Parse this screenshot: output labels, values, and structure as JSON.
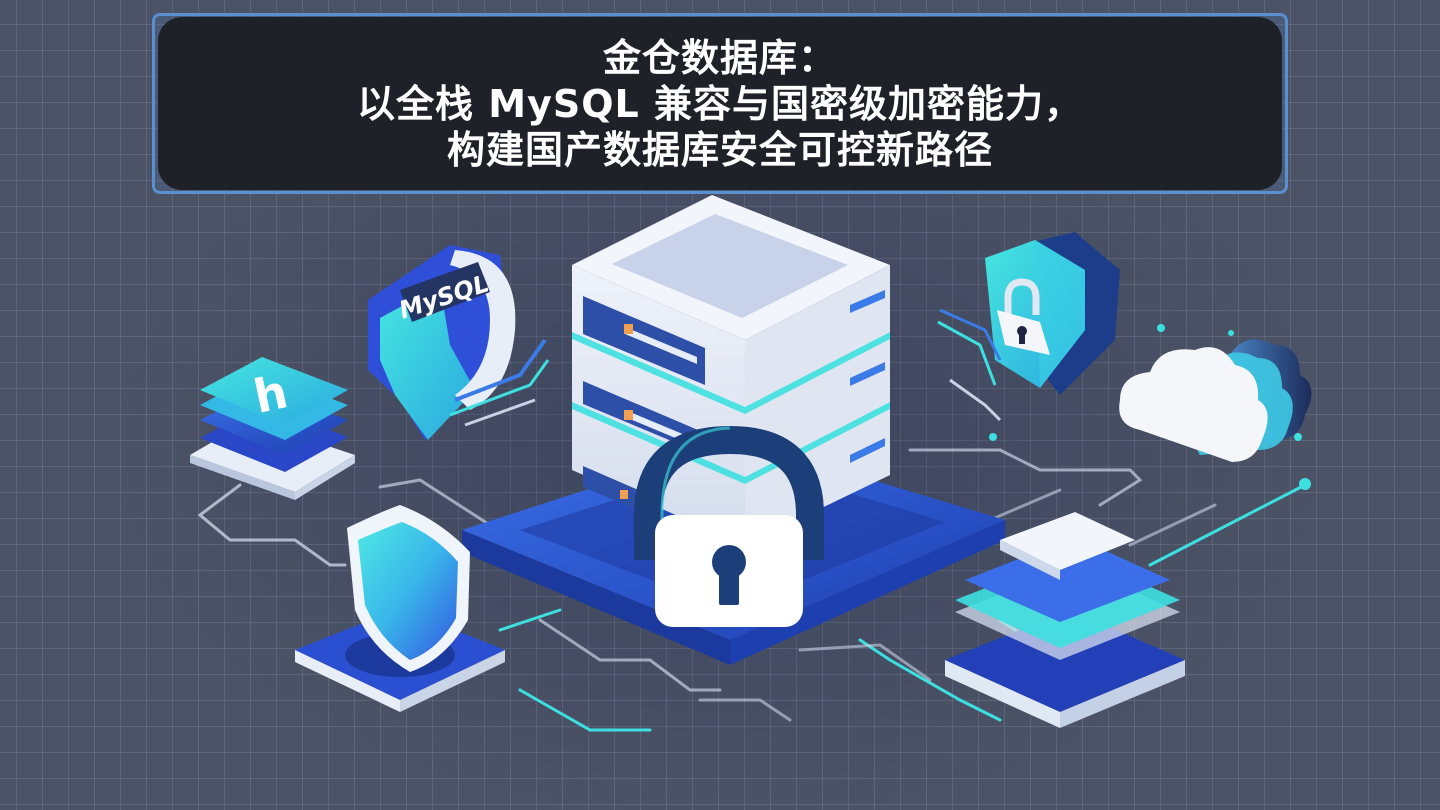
{
  "banner": {
    "lines": [
      "金仓数据库：",
      "以全栈 MySQL 兼容与国密级加密能力，",
      "构建国产数据库安全可控新路径"
    ]
  },
  "illustration": {
    "mysql_badge_label": "MySQL",
    "layer_stack_glyph": "h",
    "elements": [
      "mysql-shield-badge",
      "server-rack",
      "padlock",
      "security-shield-with-lock",
      "cloud",
      "layered-database-stack-left",
      "protection-shield",
      "layered-data-stack-right",
      "circuit-traces"
    ]
  },
  "colors": {
    "background": "#4c5366",
    "banner_fill": "#1f2129",
    "banner_border": "#5a8fd0",
    "cyan_accent": "#3de0e0",
    "royal_blue": "#2a4fd0",
    "navy": "#1c3f7a",
    "server_white": "#e6ebf5"
  }
}
